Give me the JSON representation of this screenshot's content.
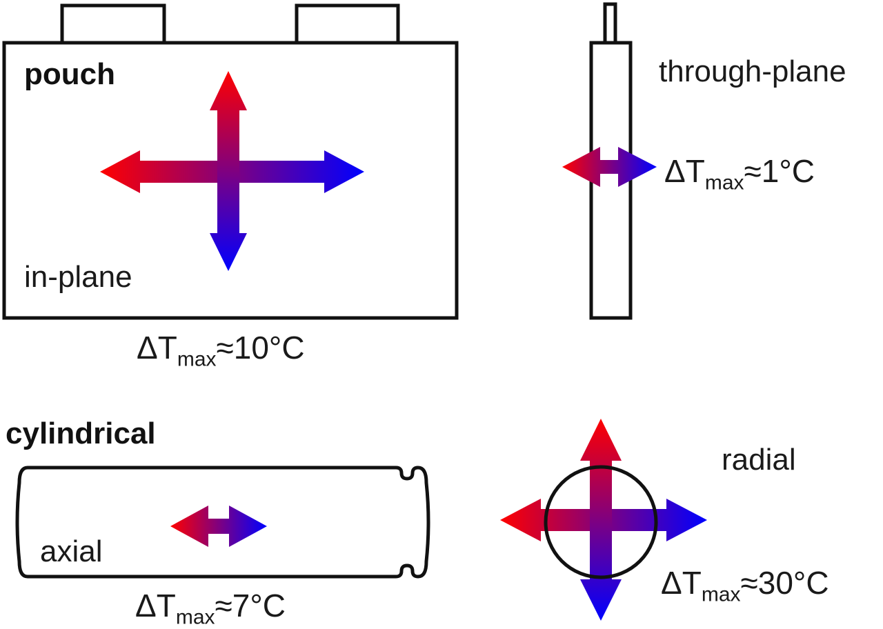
{
  "pouch": {
    "title": "pouch",
    "in_plane": {
      "label": "in-plane",
      "delta_symbol": "ΔT",
      "subscript": "max",
      "approx_value": "≈10°C"
    },
    "through_plane": {
      "label": "through-plane",
      "delta_symbol": "ΔT",
      "subscript": "max",
      "approx_value": "≈1°C"
    }
  },
  "cylindrical": {
    "title": "cylindrical",
    "axial": {
      "label": "axial",
      "delta_symbol": "ΔT",
      "subscript": "max",
      "approx_value": "≈7°C"
    },
    "radial": {
      "label": "radial",
      "delta_symbol": "ΔT",
      "subscript": "max",
      "approx_value": "≈30°C"
    }
  },
  "colors": {
    "hot": "#ff0000",
    "cold": "#0000ff",
    "outline": "#111111"
  }
}
